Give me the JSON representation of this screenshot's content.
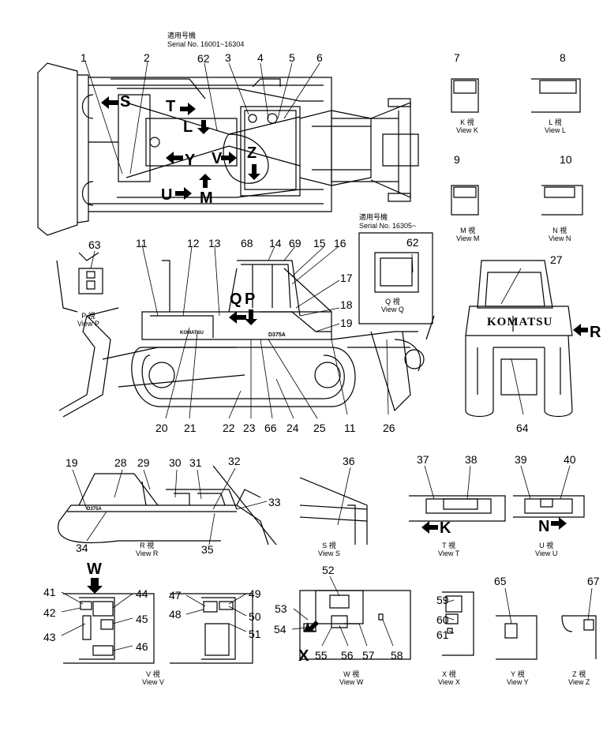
{
  "headers": {
    "a_jp": "適用号機",
    "a_serial": "Serial No. 16001~16304",
    "b_jp": "適用号機",
    "b_serial": "Serial No. 16305~"
  },
  "brand_plate": "KOMATSU",
  "model_plate": "D375A",
  "views": {
    "K": {
      "jp": "K 視",
      "en": "View K"
    },
    "L": {
      "jp": "L 視",
      "en": "View L"
    },
    "M": {
      "jp": "M 視",
      "en": "View M"
    },
    "N": {
      "jp": "N 視",
      "en": "View N"
    },
    "P": {
      "jp": "P 視",
      "en": "View P"
    },
    "Q": {
      "jp": "Q 視",
      "en": "View Q"
    },
    "R": {
      "jp": "R 視",
      "en": "View R"
    },
    "S": {
      "jp": "S 視",
      "en": "View S"
    },
    "T": {
      "jp": "T 視",
      "en": "View T"
    },
    "U": {
      "jp": "U 視",
      "en": "View U"
    },
    "V": {
      "jp": "V 視",
      "en": "View V"
    },
    "W": {
      "jp": "W 視",
      "en": "View W"
    },
    "X": {
      "jp": "X 視",
      "en": "View X"
    },
    "Y": {
      "jp": "Y 視",
      "en": "View Y"
    },
    "Z": {
      "jp": "Z 視",
      "en": "View Z"
    }
  },
  "arrow_letters": {
    "S": "S",
    "T": "T",
    "L": "L",
    "Y": "Y",
    "V": "V",
    "Z": "Z",
    "U": "U",
    "M": "M",
    "Q": "Q",
    "P": "P",
    "R": "R",
    "K": "K",
    "N": "N",
    "W": "W",
    "X": "X"
  },
  "callouts": [
    "1",
    "2",
    "3",
    "4",
    "5",
    "6",
    "7",
    "8",
    "9",
    "10",
    "11",
    "12",
    "13",
    "14",
    "15",
    "16",
    "17",
    "18",
    "19",
    "20",
    "21",
    "22",
    "23",
    "24",
    "25",
    "26",
    "27",
    "28",
    "29",
    "30",
    "31",
    "32",
    "33",
    "34",
    "35",
    "36",
    "37",
    "38",
    "39",
    "40",
    "41",
    "42",
    "43",
    "44",
    "45",
    "46",
    "47",
    "48",
    "49",
    "50",
    "51",
    "52",
    "53",
    "54",
    "55",
    "56",
    "57",
    "58",
    "59",
    "60",
    "61",
    "62",
    "63",
    "64",
    "65",
    "66",
    "67",
    "68",
    "69"
  ]
}
